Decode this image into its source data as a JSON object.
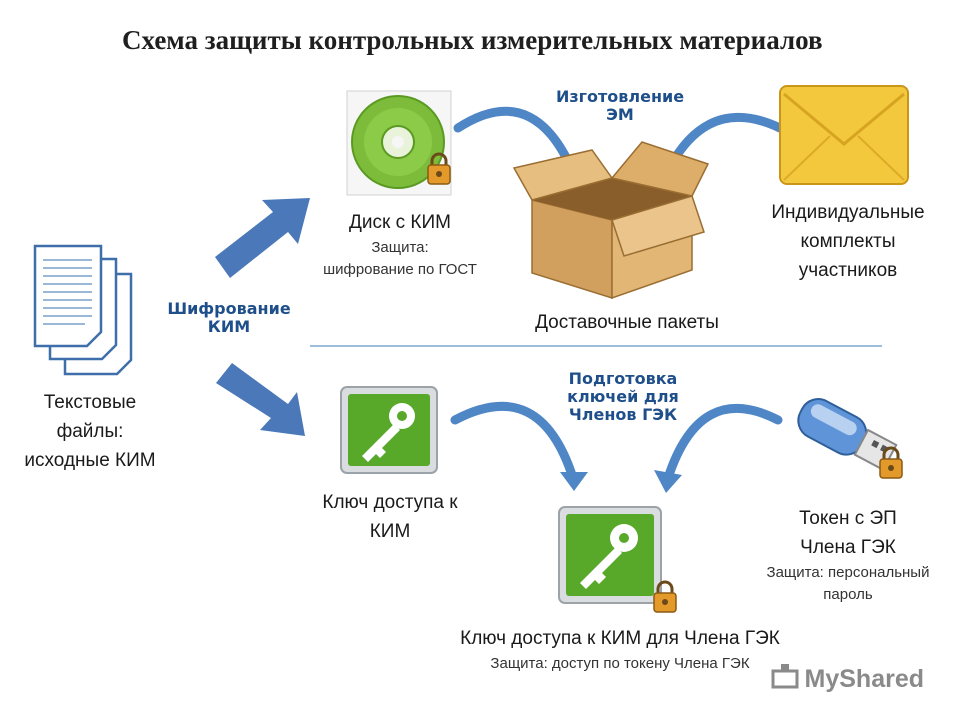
{
  "title": "Схема защиты контрольных измерительных материалов",
  "sources": {
    "label_lines": [
      "Текстовые",
      "файлы:",
      "исходные КИМ"
    ]
  },
  "steps": {
    "encrypt": [
      "Шифрование",
      "КИМ"
    ],
    "produce": [
      "Изготовление",
      "ЭМ"
    ],
    "keys": [
      "Подготовка",
      "ключей для",
      "Членов ГЭК"
    ]
  },
  "disk": {
    "label": "Диск с КИМ",
    "protection_lines": [
      "Защита:",
      "шифрование по ГОСТ"
    ]
  },
  "delivery": {
    "label": "Доставочные пакеты"
  },
  "kits": {
    "label_lines": [
      "Индивидуальные",
      "комплекты",
      "участников"
    ]
  },
  "access_key": {
    "label_lines": [
      "Ключ доступа к",
      "КИМ"
    ]
  },
  "member_key": {
    "label": "Ключ доступа к КИМ для Члена ГЭК",
    "protection": "Защита: доступ по токену Члена ГЭК"
  },
  "token": {
    "label_lines": [
      "Токен с ЭП",
      "Члена ГЭК"
    ],
    "protection_lines": [
      "Защита: персональный",
      "пароль"
    ]
  },
  "watermark": "MyShared",
  "colors": {
    "arrow_blue": "#4a78b8",
    "step_text": "#1f4f8a",
    "disc_green": "#78b83a",
    "key_green": "#5aab2a",
    "envelope": "#f2c436",
    "box": "#d8a865",
    "lock": "#e49a2a"
  },
  "icons": [
    "documents-icon",
    "disc-icon",
    "lock-icon",
    "box-icon",
    "envelope-icon",
    "key-icon",
    "usb-token-icon",
    "watermark-logo-icon"
  ]
}
